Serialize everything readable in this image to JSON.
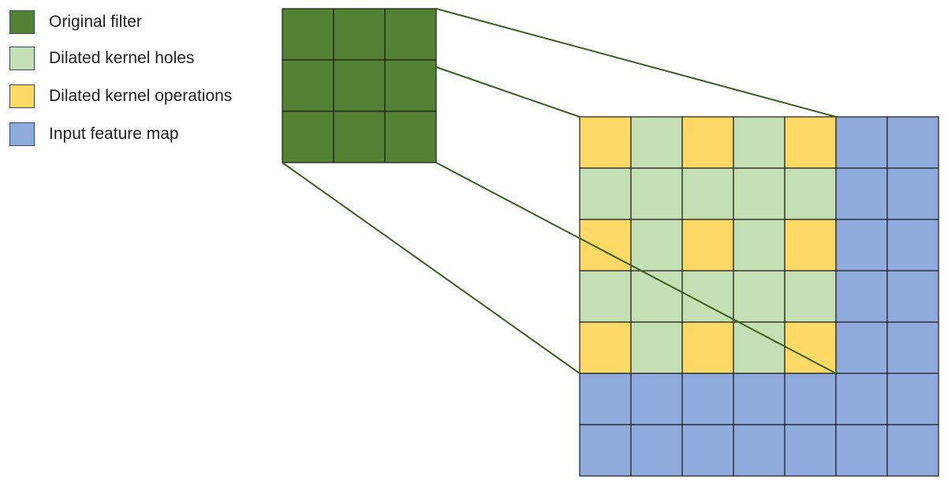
{
  "legend": {
    "items": [
      {
        "key": "original",
        "label": "Original filter",
        "color": "#548235"
      },
      {
        "key": "holes",
        "label": "Dilated kernel holes",
        "color": "#C5E0B4"
      },
      {
        "key": "operations",
        "label": "Dilated kernel operations",
        "color": "#FFD966"
      },
      {
        "key": "input",
        "label": "Input feature map",
        "color": "#8FAADC"
      }
    ]
  },
  "original_filter": {
    "rows": 3,
    "cols": 3
  },
  "input_feature_map": {
    "rows": 7,
    "cols": 7,
    "grid": [
      [
        "operations",
        "holes",
        "operations",
        "holes",
        "operations",
        "input",
        "input"
      ],
      [
        "holes",
        "holes",
        "holes",
        "holes",
        "holes",
        "input",
        "input"
      ],
      [
        "operations",
        "holes",
        "operations",
        "holes",
        "operations",
        "input",
        "input"
      ],
      [
        "holes",
        "holes",
        "holes",
        "holes",
        "holes",
        "input",
        "input"
      ],
      [
        "operations",
        "holes",
        "operations",
        "holes",
        "operations",
        "input",
        "input"
      ],
      [
        "input",
        "input",
        "input",
        "input",
        "input",
        "input",
        "input"
      ],
      [
        "input",
        "input",
        "input",
        "input",
        "input",
        "input",
        "input"
      ]
    ]
  },
  "colors": {
    "grid_line": "#1a1a1a",
    "connector_line": "#3b5e1f"
  }
}
